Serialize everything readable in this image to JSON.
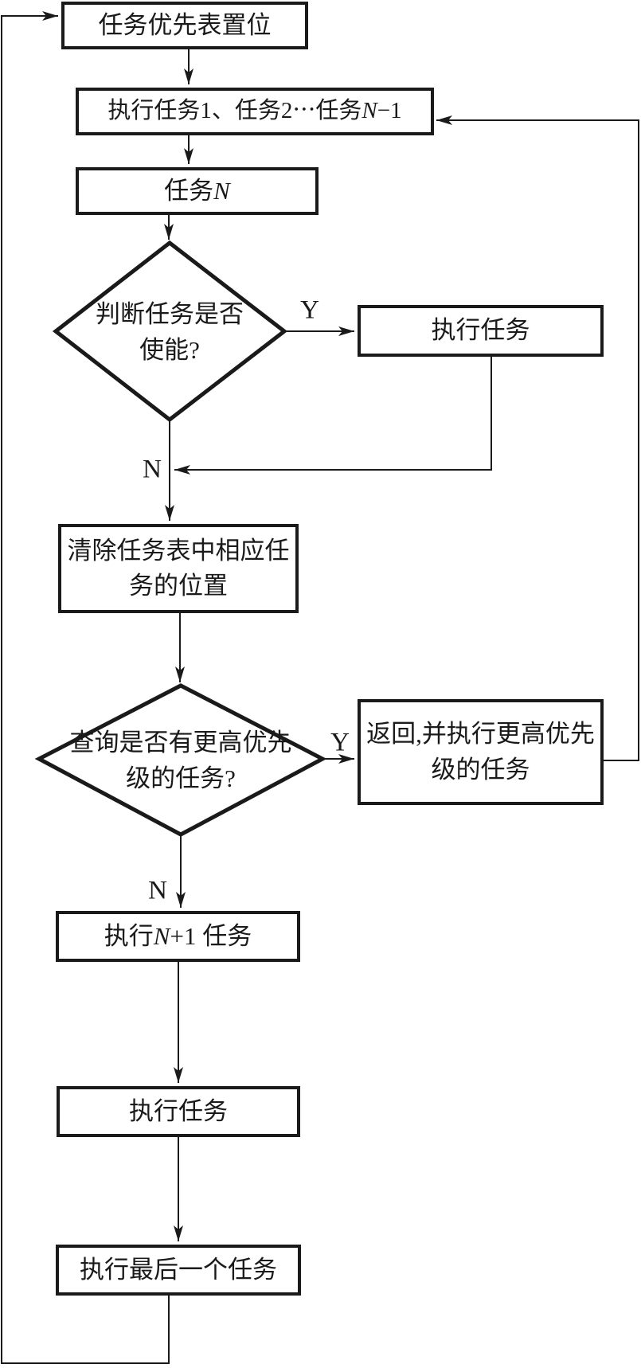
{
  "colors": {
    "line": "#1a1a1a",
    "background": "#ffffff"
  },
  "edge_labels": {
    "yes": "Y",
    "no": "N"
  },
  "nodes": {
    "set_priority_table": {
      "parts": [
        {
          "text": "任务优先表置位"
        }
      ]
    },
    "exec_tasks_1_to_n_minus_1": {
      "parts": [
        {
          "text": "执行任务1、任务2⋯任务"
        },
        {
          "text": "N",
          "italic": true
        },
        {
          "text": "−1"
        }
      ]
    },
    "task_n": {
      "parts": [
        {
          "text": "任务"
        },
        {
          "text": "N",
          "italic": true
        }
      ]
    },
    "decision_task_enabled": {
      "parts": [
        {
          "text": "判断任务是否\n使能?"
        }
      ]
    },
    "exec_task_enabled": {
      "parts": [
        {
          "text": "执行任务"
        }
      ]
    },
    "clear_task_table": {
      "parts": [
        {
          "text": "清除任务表中相应任\n务的位置"
        }
      ]
    },
    "decision_higher_priority": {
      "parts": [
        {
          "text": "查询是否有更高优先\n级的任务?"
        }
      ]
    },
    "return_exec_higher_priority": {
      "parts": [
        {
          "text": "返回,并执行更高优先\n级的任务"
        }
      ]
    },
    "exec_n_plus_1_task": {
      "parts": [
        {
          "text": "执行"
        },
        {
          "text": "N",
          "italic": true
        },
        {
          "text": "+1 任务"
        }
      ]
    },
    "exec_task": {
      "parts": [
        {
          "text": "执行任务"
        }
      ]
    },
    "exec_last_task": {
      "parts": [
        {
          "text": "执行最后一个任务"
        }
      ]
    }
  }
}
